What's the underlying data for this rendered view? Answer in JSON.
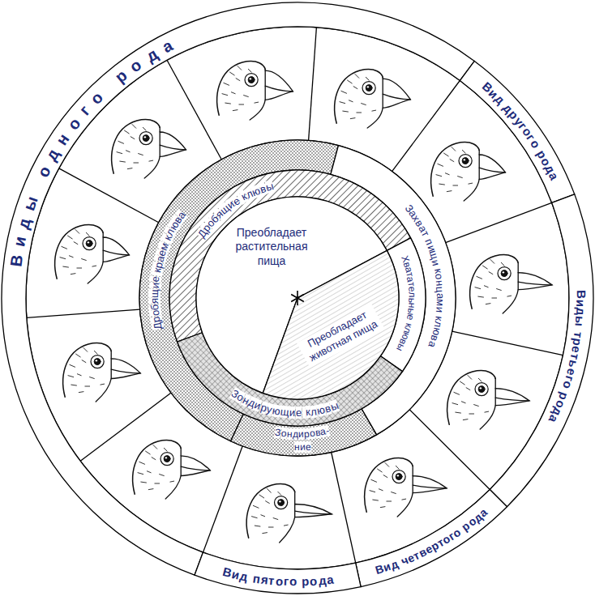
{
  "diagram": {
    "nodes": [
      {
        "text": [
          "Виды одного рода"
        ]
      },
      {
        "text": [
          "Вид другого рода"
        ]
      },
      {
        "text": [
          "Виды третьего рода"
        ]
      },
      {
        "text": [
          "Вид четвертого рода"
        ]
      },
      {
        "text": [
          "Вид пятого рода"
        ]
      },
      {
        "text": [
          "Дробящие краем клюва"
        ]
      },
      {
        "text": [
          "Захват пищи концами клюва"
        ]
      },
      {
        "text": [
          "Зондирова- ние"
        ]
      },
      {
        "text": [
          "Дробящие клювы"
        ]
      },
      {
        "text": [
          "Хватательные клювы"
        ]
      },
      {
        "text": [
          "Зондирующие клювы"
        ]
      },
      {
        "text": [
          "Преобладает растительная пища"
        ]
      },
      {
        "text": [
          "Преобладает животная пища"
        ]
      }
    ]
  }
}
